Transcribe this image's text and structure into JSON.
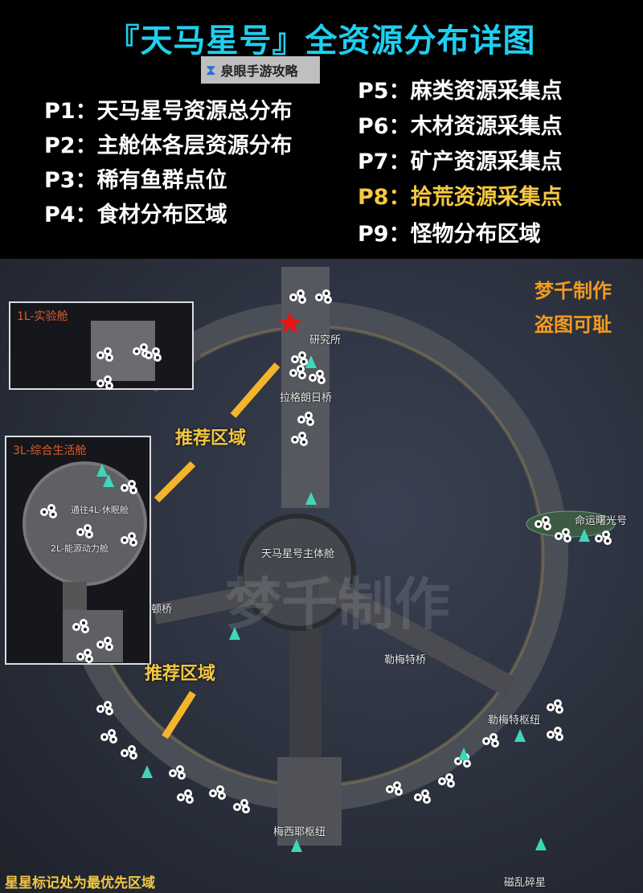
{
  "header": {
    "title": "『天马星号』全资源分布详图",
    "left_items": [
      "P1：天马星号资源总分布",
      "P2：主舱体各层资源分布",
      "P3：稀有鱼群点位",
      "P4：食材分布区域"
    ],
    "right_items": [
      "P5：麻类资源采集点",
      "P6：木材资源采集点",
      "P7：矿产资源采集点",
      "P8：拾荒资源采集点",
      "P9：怪物分布区域"
    ],
    "highlight_item": "P8：拾荒资源采集点",
    "highlight_color": "#f5c842",
    "title_color": "#1ecff0"
  },
  "watermark": {
    "text": "泉眼手游攻略",
    "logo_icon": "hourglass-logo-icon"
  },
  "map": {
    "credit": [
      "梦千制作",
      "盗图可耻"
    ],
    "big_watermark": "梦千制作",
    "recommend_label": "推荐区域",
    "insets": [
      {
        "title": "1L-实验舱"
      },
      {
        "title": "3L-综合生活舱",
        "labels": [
          "通往4L-休眠舱",
          "2L-能源动力舱"
        ]
      }
    ],
    "locations": [
      "研究所",
      "拉格朗日桥",
      "天马星号主体舱",
      "顿桥",
      "勒梅特桥",
      "勒梅特枢纽",
      "梅西耶枢纽",
      "磁乱碎星",
      "命运曙光号"
    ],
    "footer_note": "星星标记处为最优先区域",
    "icons": {
      "resource": "gear-cluster-icon",
      "teleport": "teleport-beacon-icon",
      "priority": "star-icon"
    }
  }
}
